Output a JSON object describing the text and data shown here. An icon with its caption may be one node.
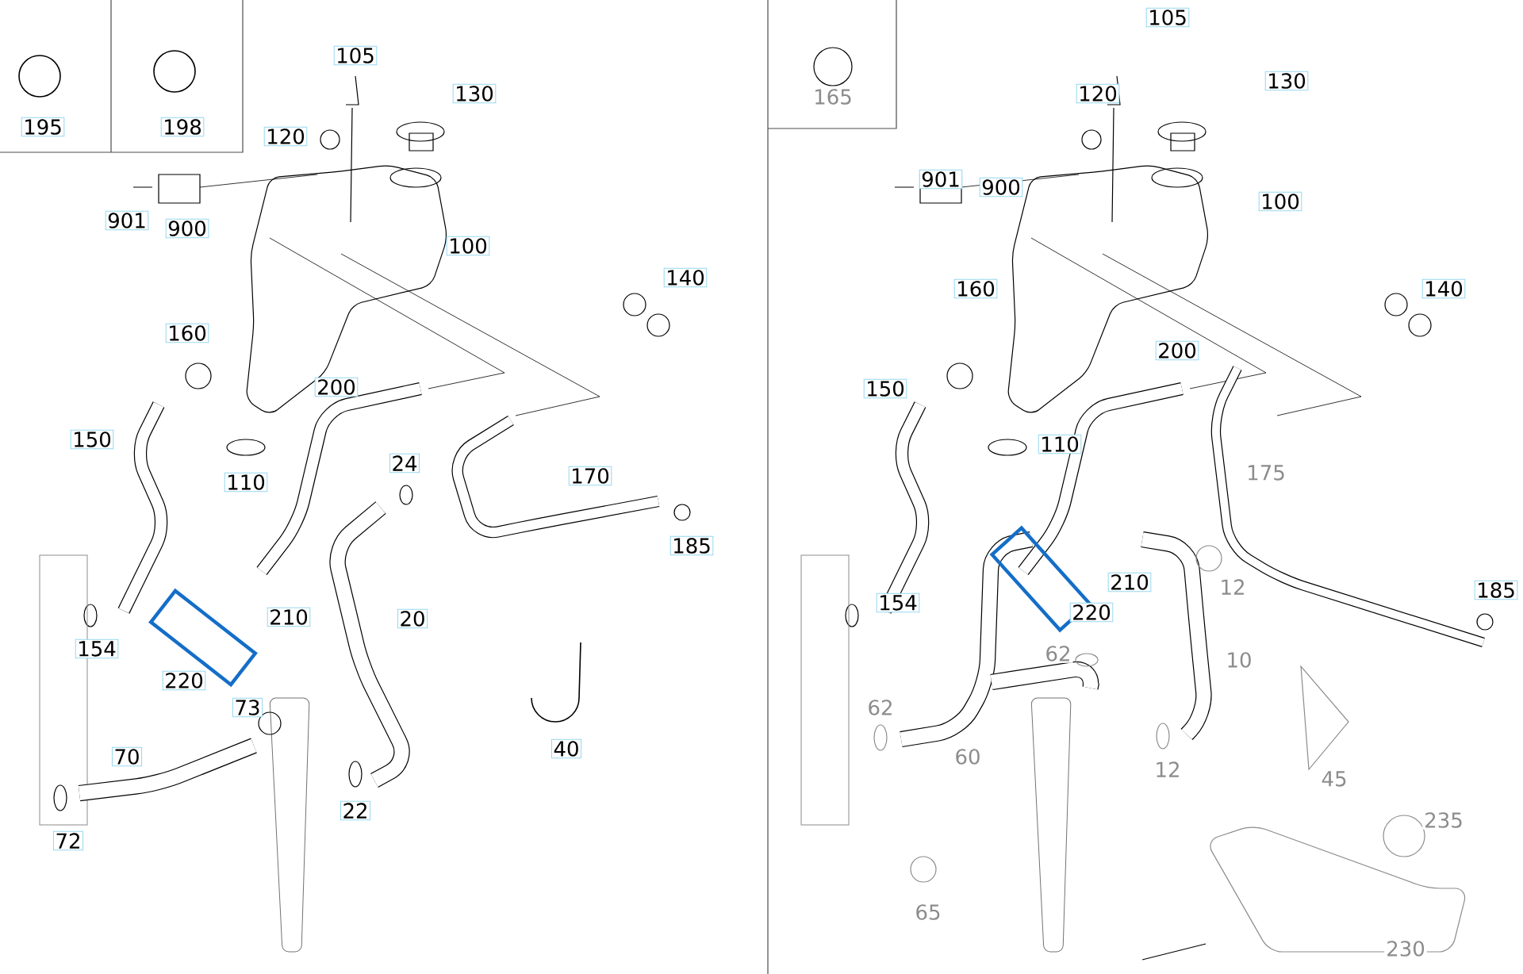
{
  "diagram": {
    "labels": [
      "195",
      "198",
      "105",
      "130",
      "120",
      "901",
      "900",
      "100",
      "140",
      "160",
      "200",
      "150",
      "24",
      "110",
      "170",
      "185",
      "210",
      "20",
      "154",
      "220",
      "73",
      "70",
      "40",
      "22",
      "72",
      "165",
      "105",
      "120",
      "130",
      "901",
      "900",
      "100",
      "160",
      "140",
      "200",
      "150",
      "110",
      "175",
      "210",
      "12",
      "185",
      "154",
      "220",
      "62",
      "10",
      "62",
      "60",
      "12",
      "45",
      "235",
      "65",
      "230"
    ]
  }
}
